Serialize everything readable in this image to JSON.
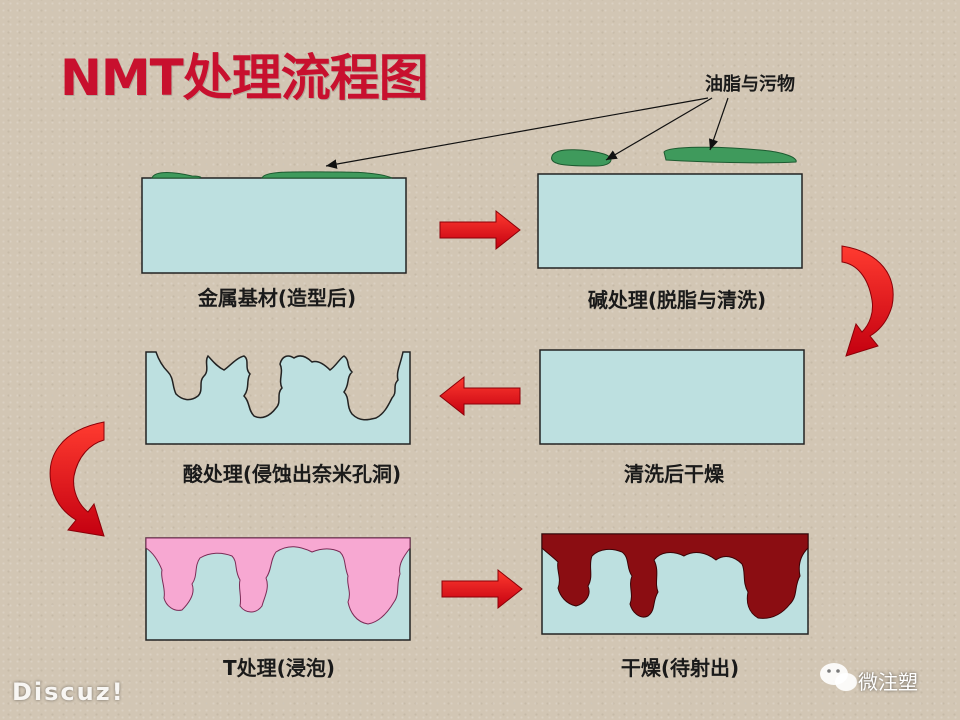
{
  "title": "NMT处理流程图",
  "callout_label": "油脂与污物",
  "steps": [
    {
      "label": "金属基材(造型后)"
    },
    {
      "label": "碱处理(脱脂与清洗)"
    },
    {
      "label": "清洗后干燥"
    },
    {
      "label": "酸处理(侵蚀出奈米孔洞)"
    },
    {
      "label": "T处理(浸泡)"
    },
    {
      "label": "干燥(待射出)"
    }
  ],
  "colors": {
    "background": "#d2c6b4",
    "title": "#c8102e",
    "metal": "#bde0e0",
    "oil": "#3f9a5c",
    "arrow": "#e0131b",
    "treatment_T": "#f7a8d2",
    "dried": "#8b0d12"
  },
  "watermark": {
    "left": "Discuz!",
    "right": "微注塑",
    "right_icon": "wechat-icon"
  }
}
